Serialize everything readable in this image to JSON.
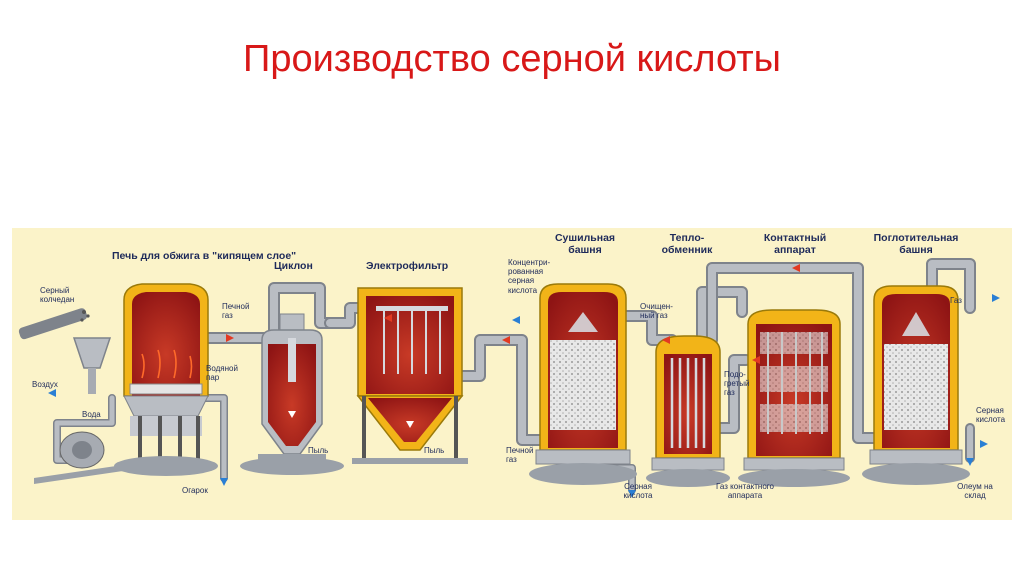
{
  "title": "Производство серной кислоты",
  "colors": {
    "title": "#d81818",
    "panel_background": "#fbf3c9",
    "vessel_shell": "#f2b418",
    "vessel_interior": "#9b1818",
    "pipe": "#a7abb2",
    "label_text": "#1e2a5a",
    "arrow_blue": "#2a7fd4"
  },
  "equipment": {
    "furnace": "Печь для обжига в \"кипящем слое\"",
    "cyclone": "Циклон",
    "electrofilter": "Электрофильтр",
    "drying_tower": "Сушильная башня",
    "heat_exchanger": "Тепло- обменник",
    "contact_apparatus": "Контактный аппарат",
    "absorption_tower": "Поглотительная башня"
  },
  "flows": {
    "pyrite": "Серный колчедан",
    "air": "Воздух",
    "water": "Вода",
    "steam": "Водяной пар",
    "furnace_gas_1": "Печной газ",
    "furnace_gas_2": "Печной газ",
    "cinder": "Огарок",
    "dust_1": "Пыль",
    "dust_2": "Пыль",
    "concentrated_acid": "Концентри- рованная серная кислота",
    "purified_gas": "Очищен- ный газ",
    "heated_gas": "Подо- гретый газ",
    "gas": "Газ",
    "sulfuric_acid_1": "Серная кислота",
    "sulfuric_acid_2": "Серная кислота",
    "contact_gas": "Газ контактного аппарата",
    "oleum": "Олеум на склад"
  }
}
